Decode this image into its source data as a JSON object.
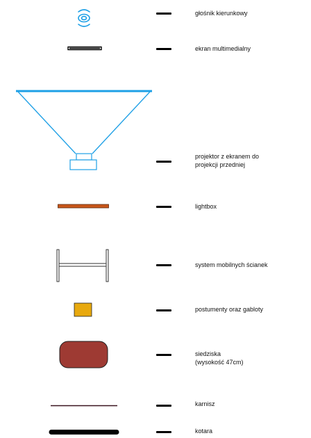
{
  "legend": {
    "speaker": {
      "label": "głośnik kierunkowy",
      "icon": "directional-speaker-icon",
      "color": "#1ea0e6"
    },
    "screen": {
      "label": "ekran multimedialny",
      "icon": "multimedia-screen-icon",
      "color": "#000000"
    },
    "projector": {
      "label_line1": "projektor z ekranem do",
      "label_line2": "projekcji przedniej",
      "icon": "front-projector-icon",
      "color": "#1ea0e6"
    },
    "lightbox": {
      "label": "lightbox",
      "icon": "lightbox-icon",
      "color": "#c8561a"
    },
    "walls": {
      "label": "system mobilnych ścianek",
      "icon": "mobile-wall-system-icon",
      "color": "#333333"
    },
    "pedestals": {
      "label": "postumenty oraz gabloty",
      "icon": "pedestal-icon",
      "color": "#e8a90e"
    },
    "seats": {
      "label_line1": "siedziska",
      "label_line2": "(wysokość 47cm)",
      "icon": "seat-icon",
      "color": "#9e3a33"
    },
    "rail": {
      "label": "karnisz",
      "icon": "curtain-rail-icon",
      "color": "#3a1420"
    },
    "curtain": {
      "label": "kotara",
      "icon": "curtain-icon",
      "color": "#000000"
    }
  }
}
